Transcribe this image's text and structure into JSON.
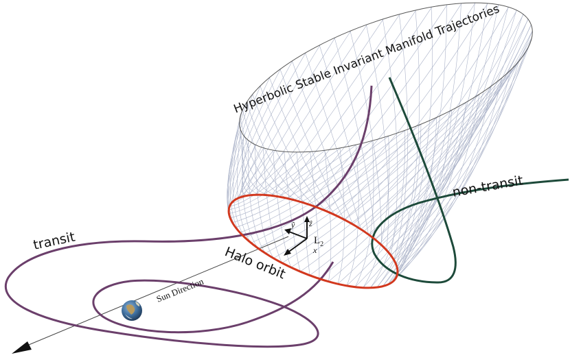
{
  "labels": {
    "manifold_title": "Hyperbolic Stable Invariant Manifold Trajectories",
    "non_transit": "non-transit",
    "transit": "transit",
    "halo_orbit": "Halo orbit",
    "sun_direction": "Sun Direction",
    "axis_x": "x",
    "axis_y": "ŷ",
    "axis_z": "ẑ",
    "l2_letter": "L",
    "l2_subscript": "2"
  },
  "colors": {
    "manifold_mesh": "#aab2c8",
    "manifold_outline": "#555555",
    "halo_orbit": "#d2381e",
    "transit": "#6b3f6b",
    "non_transit": "#1d4a3a",
    "axes": "#111111",
    "sun_line": "#444444"
  },
  "icons": {
    "earth": "earth-globe-icon",
    "arrowhead": "sun-direction-arrowhead-icon"
  }
}
